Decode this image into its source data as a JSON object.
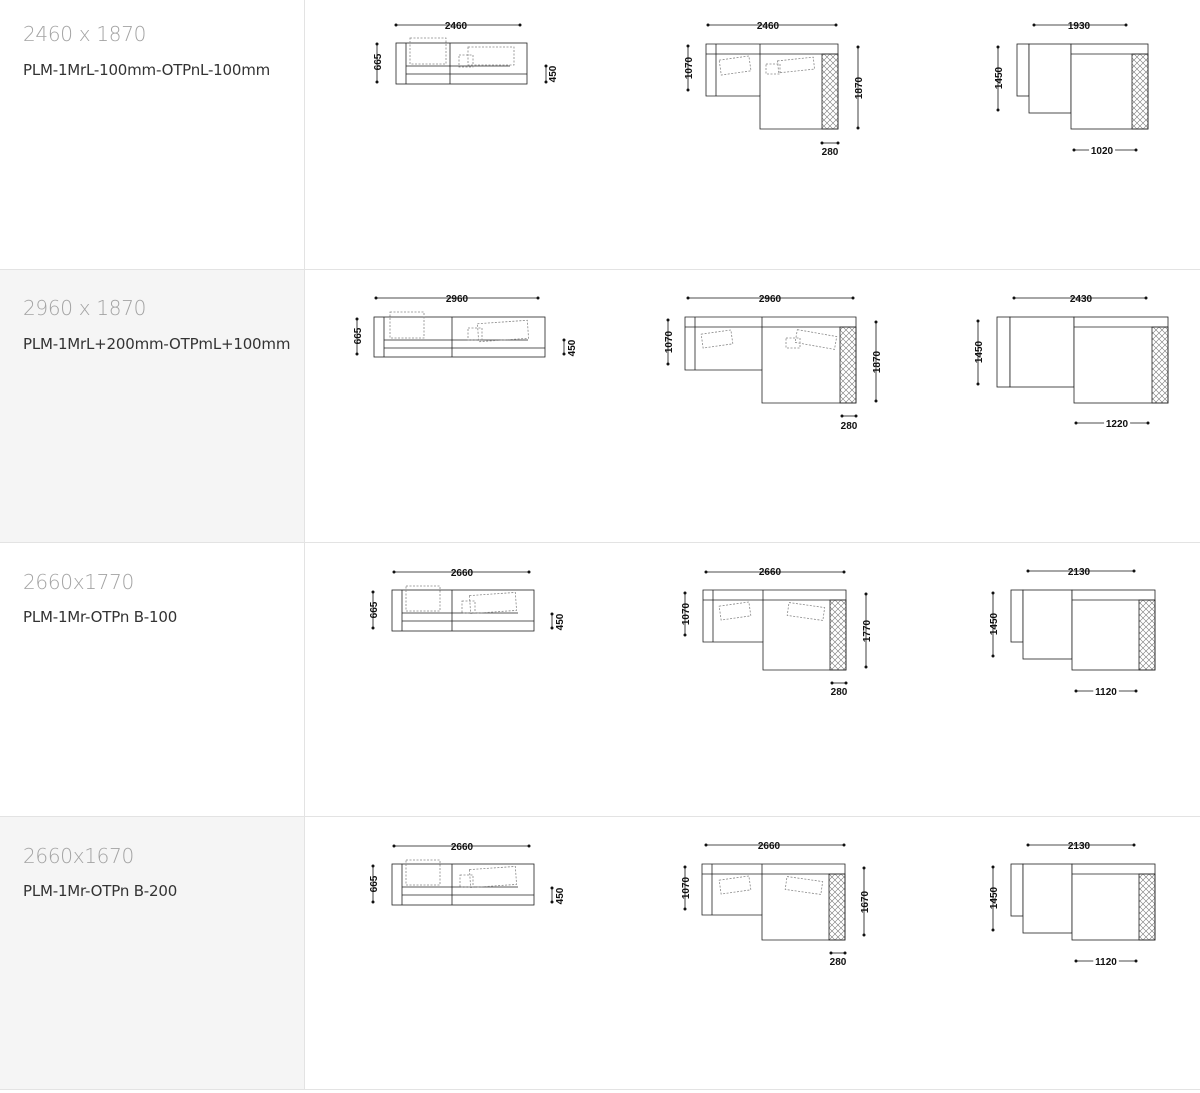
{
  "rows": [
    {
      "size": "2460 x 1870",
      "code": "PLM-1MrL-100mm-OTPnL-100mm",
      "front": {
        "width": "2460",
        "height": "665",
        "seat": "450"
      },
      "top": {
        "width": "2460",
        "depth_left": "1070",
        "depth_right": "1870",
        "arm": "280"
      },
      "layout": {
        "width": "1930",
        "height": "1450",
        "chaise": "1020"
      }
    },
    {
      "size": "2960 x 1870",
      "code": "PLM-1MrL+200mm-OTPmL+100mm",
      "front": {
        "width": "2960",
        "height": "665",
        "seat": "450"
      },
      "top": {
        "width": "2960",
        "depth_left": "1070",
        "depth_right": "1870",
        "arm": "280"
      },
      "layout": {
        "width": "2430",
        "height": "1450",
        "chaise": "1220"
      }
    },
    {
      "size": "2660x1770",
      "code": "PLM-1Mr-OTPn B-100",
      "front": {
        "width": "2660",
        "height": "665",
        "seat": "450"
      },
      "top": {
        "width": "2660",
        "depth_left": "1070",
        "depth_right": "1770",
        "arm": "280"
      },
      "layout": {
        "width": "2130",
        "height": "1450",
        "chaise": "1120"
      }
    },
    {
      "size": "2660x1670",
      "code": "PLM-1Mr-OTPn B-200",
      "front": {
        "width": "2660",
        "height": "665",
        "seat": "450"
      },
      "top": {
        "width": "2660",
        "depth_left": "1070",
        "depth_right": "1670",
        "arm": "280"
      },
      "layout": {
        "width": "2130",
        "height": "1450",
        "chaise": "1120"
      }
    }
  ]
}
